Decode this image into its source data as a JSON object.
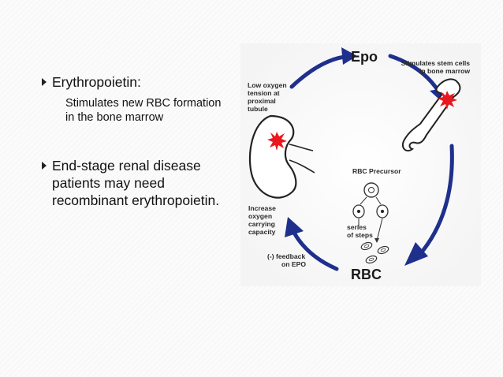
{
  "bullets": [
    {
      "main": "Erythropoietin:",
      "sub": [
        "Stimulates new RBC formation",
        "in the bone marrow"
      ]
    },
    {
      "main_lines": [
        "End-stage renal disease",
        "patients may need",
        "recombinant erythropoietin."
      ]
    }
  ],
  "diagram": {
    "epo": "Epo",
    "rbc": "RBC",
    "low_oxygen": [
      "Low oxygen",
      "tension at",
      "proximal",
      "tubule"
    ],
    "stimulates": [
      "Stimulates stem cells",
      "in bone marrow"
    ],
    "rbc_precursor": "RBC Precursor",
    "series_steps": [
      "series",
      "of steps"
    ],
    "increase_oxygen": [
      "Increase",
      "oxygen",
      "carrying",
      "capacity"
    ],
    "feedback": [
      "(-) feedback",
      "on EPO"
    ],
    "colors": {
      "arrow": "#1f2f8c",
      "burst": "#e8181e",
      "outline": "#222222"
    }
  }
}
